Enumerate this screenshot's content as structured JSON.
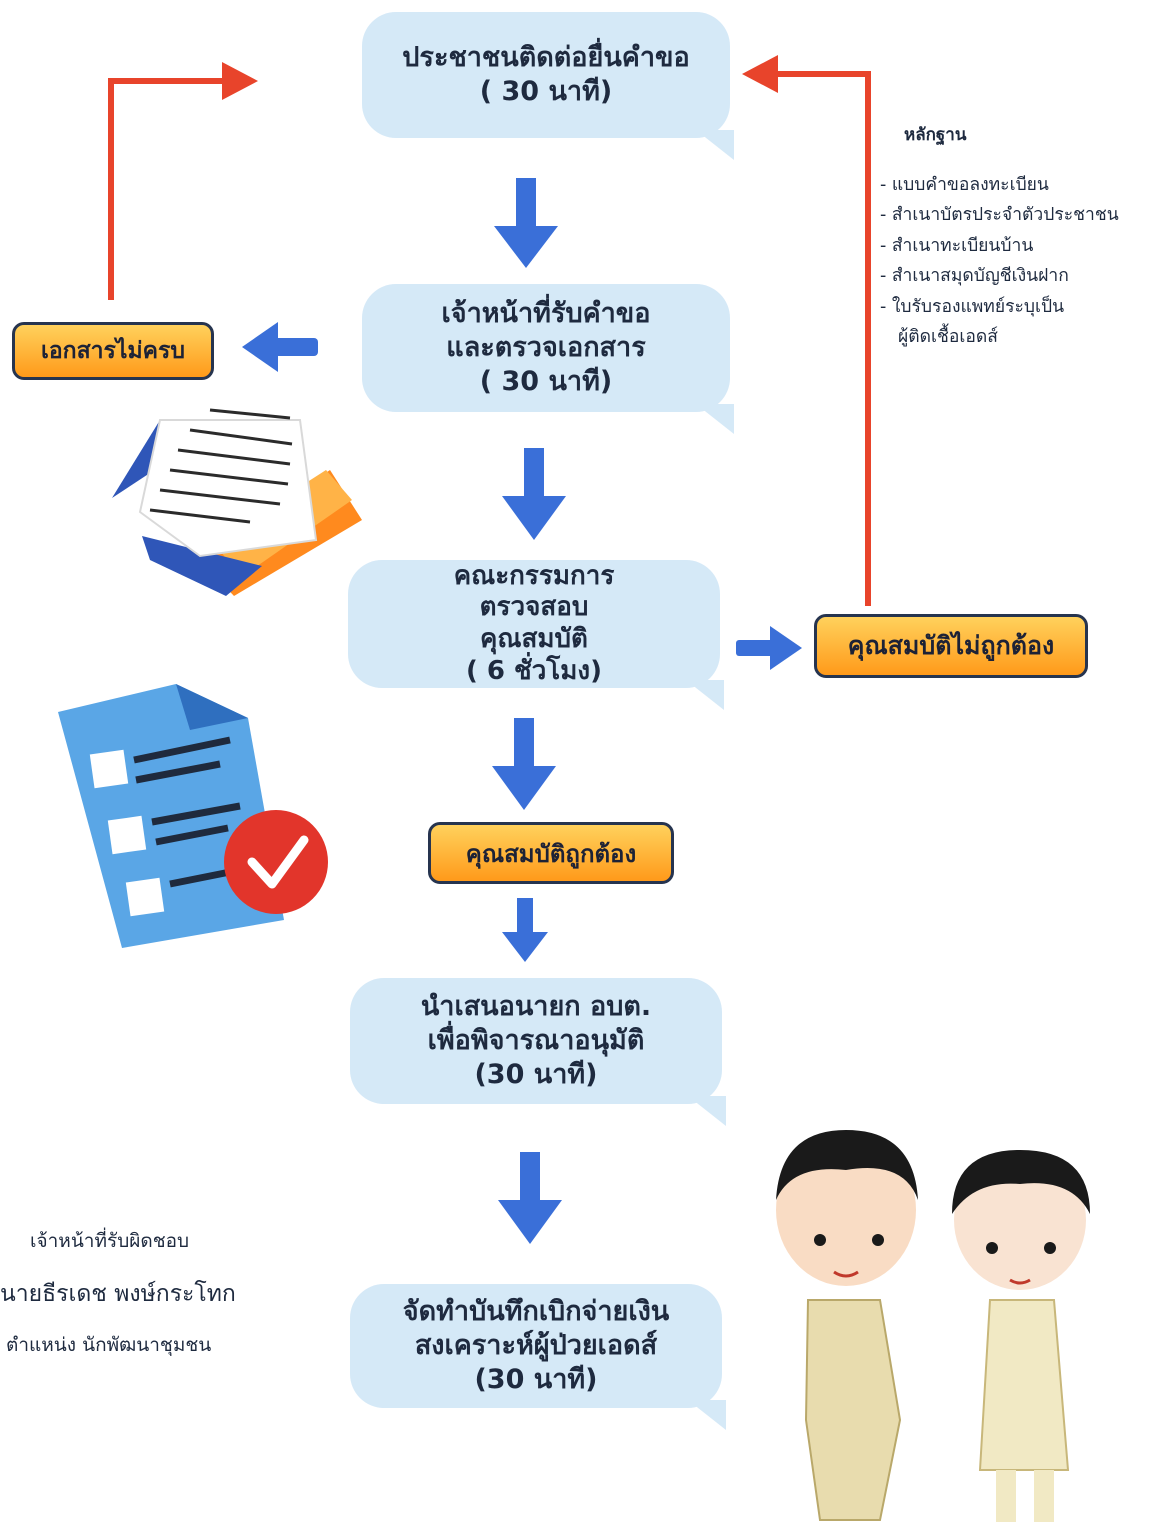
{
  "steps": [
    {
      "line1": "ประชาชนติดต่อยื่นคำขอ",
      "line2": "( 30 นาที)"
    },
    {
      "line1": "เจ้าหน้าที่รับคำขอ",
      "line2": "และตรวจเอกสาร",
      "line3": "( 30 นาที)"
    },
    {
      "line1": "คณะกรรมการ",
      "line2": "ตรวจสอบ",
      "line3": "คุณสมบัติ",
      "line4": "( 6 ชั่วโมง)"
    },
    {
      "line1": "นำเสนอนายก อบต.",
      "line2": "เพื่อพิจารณาอนุมัติ",
      "line3": "(30 นาที)"
    },
    {
      "line1": "จัดทำบันทึกเบิกจ่ายเงิน",
      "line2": "สงเคราะห์ผู้ป่วยเอดส์",
      "line3": "(30 นาที)"
    }
  ],
  "outcomes": {
    "incomplete_docs": "เอกสารไม่ครบ",
    "not_qualified": "คุณสมบัติไม่ถูกต้อง",
    "qualified": "คุณสมบัติถูกต้อง"
  },
  "evidence": {
    "title": "หลักฐาน",
    "items": [
      "- แบบคำขอลงทะเบียน",
      "- สำเนาบัตรประจำตัวประชาชน",
      "- สำเนาทะเบียนบ้าน",
      "- สำเนาสมุดบัญชีเงินฝาก",
      "- ใบรับรองแพทย์ระบุเป็น",
      "   ผู้ติดเชื้อเอดส์"
    ]
  },
  "staff": {
    "line1": "เจ้าหน้าที่รับผิดชอบ",
    "line2": "นายธีรเดช  พงษ์กระโทก",
    "line3": "ตำแหน่ง นักพัฒนาชุมชน"
  },
  "colors": {
    "arrow_blue": "#3a6fd8",
    "loop_red": "#e8442b",
    "bubble": "#d5e9f7",
    "pill_top": "#ffd15c",
    "pill_bottom": "#ff9a1a"
  }
}
